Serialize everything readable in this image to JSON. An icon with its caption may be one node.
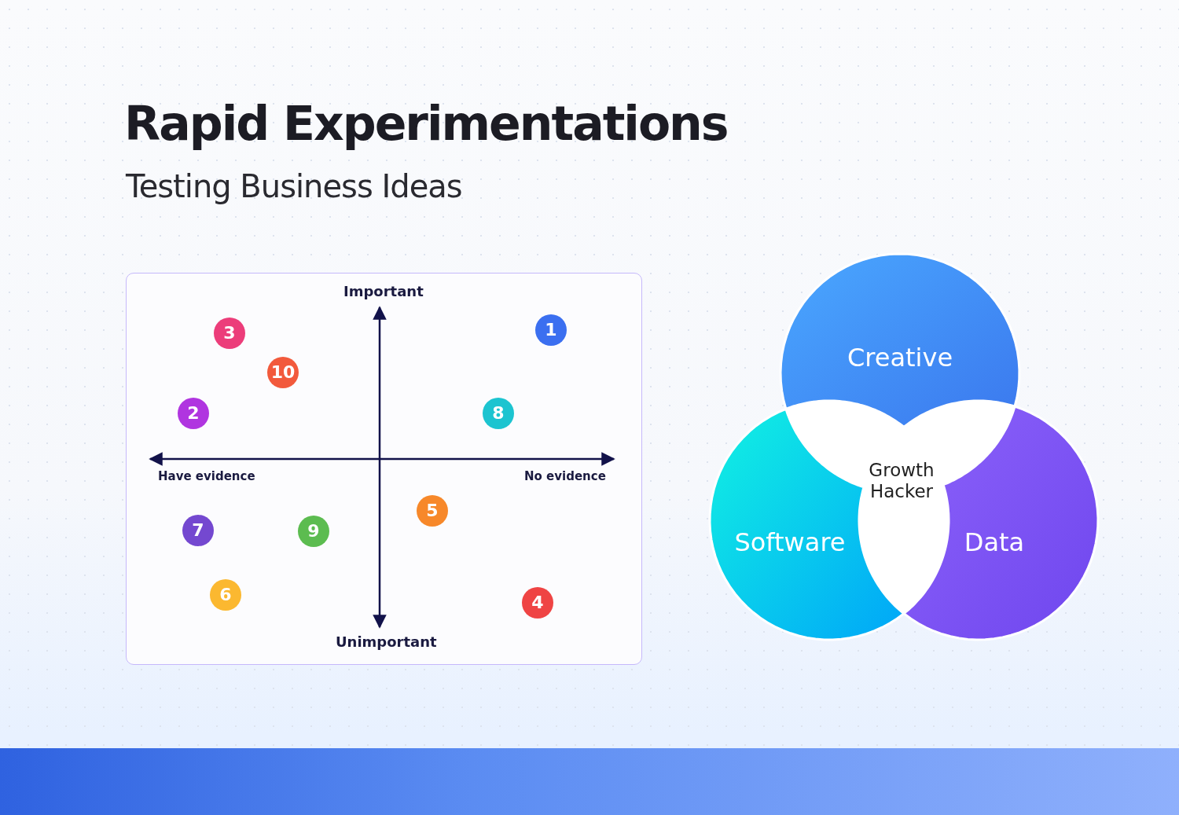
{
  "diagram": {
    "title": "Rapid Experimentations",
    "nodes": [
      {
        "text": [],
        "shape": "box"
      },
      {
        "text": [
          "3"
        ],
        "in": 0
      },
      {
        "text": [
          "1"
        ],
        "in": 0
      },
      {
        "text": [
          "10"
        ],
        "in": 0
      },
      {
        "text": [
          "2"
        ],
        "in": 0
      },
      {
        "text": [
          "8"
        ],
        "in": 0
      },
      {
        "text": [
          "5"
        ],
        "in": 0
      },
      {
        "text": [
          "7"
        ],
        "in": 0
      },
      {
        "text": [
          "9"
        ],
        "in": 0
      },
      {
        "text": [
          "6"
        ],
        "in": 0
      },
      {
        "text": [
          "4"
        ],
        "in": 0
      },
      {
        "text": [
          "Creative"
        ]
      },
      {
        "text": [
          "Growth Hacker"
        ]
      },
      {
        "text": [
          "Software"
        ]
      },
      {
        "text": [
          "Data"
        ]
      }
    ],
    "edges": [],
    "labels": [
      "Testing Business Ideas",
      "Important",
      "Have evidence",
      "No evidence",
      "Unimportant"
    ]
  }
}
